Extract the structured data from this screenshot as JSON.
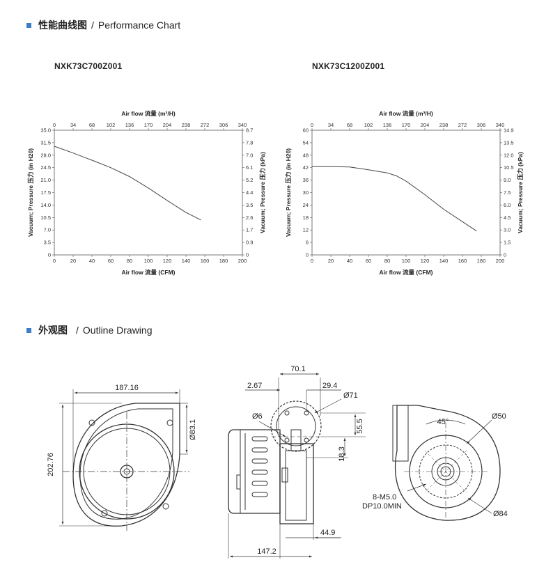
{
  "performance_section": {
    "cn": "性能曲线图",
    "sep": "/",
    "en": "Performance Chart"
  },
  "outline_section": {
    "cn": "外观图",
    "sep": "/",
    "en": "Outline Drawing"
  },
  "chart_data": [
    {
      "type": "line",
      "title": "NXK73C700Z001",
      "top_axis_label": "Air flow 流量 (m³/H)",
      "top_ticks": [
        "0",
        "34",
        "68",
        "102",
        "136",
        "170",
        "204",
        "238",
        "272",
        "306",
        "340"
      ],
      "xlabel": "Air flow 流量 (CFM)",
      "xlim": [
        0,
        200
      ],
      "x_ticks": [
        "0",
        "20",
        "40",
        "60",
        "80",
        "100",
        "120",
        "140",
        "160",
        "180",
        "200"
      ],
      "ylabel": "Vacuum; Pressure 压力 (in H20)",
      "ylim": [
        0,
        35
      ],
      "y_ticks": [
        "0",
        "3.5",
        "7.0",
        "10.5",
        "14.0",
        "17.5",
        "21.0",
        "24.5",
        "28.0",
        "31.5",
        "35.0"
      ],
      "right_axis_label": "Vacuum; Pressure 压力 (kPa)",
      "right_ticks": [
        "0",
        "0.9",
        "1.7",
        "2.6",
        "3.5",
        "4.4",
        "5.2",
        "6.1",
        "7.0",
        "7.8",
        "8.7"
      ],
      "grid": false,
      "series": [
        {
          "x": [
            0,
            20,
            40,
            60,
            80,
            100,
            120,
            140,
            156
          ],
          "y": [
            30.5,
            28.6,
            26.6,
            24.5,
            22.0,
            18.8,
            15.3,
            11.9,
            9.8
          ]
        }
      ]
    },
    {
      "type": "line",
      "title": "NXK73C1200Z001",
      "top_axis_label": "Air flow 流量 (m³/H)",
      "top_ticks": [
        "0",
        "34",
        "68",
        "102",
        "136",
        "170",
        "204",
        "238",
        "272",
        "306",
        "340"
      ],
      "xlabel": "Air flow 流量 (CFM)",
      "xlim": [
        0,
        200
      ],
      "x_ticks": [
        "0",
        "20",
        "40",
        "60",
        "80",
        "100",
        "120",
        "140",
        "160",
        "180",
        "200"
      ],
      "ylabel": "Vacuum; Pressure 压力 (in H20)",
      "ylim": [
        0,
        60
      ],
      "y_ticks": [
        "0",
        "6",
        "12",
        "18",
        "24",
        "30",
        "36",
        "42",
        "48",
        "54",
        "60"
      ],
      "right_axis_label": "Vacuum; Pressure 压力 (kPa)",
      "right_ticks": [
        "0",
        "1.5",
        "3.0",
        "4.5",
        "6.0",
        "7.5",
        "9.0",
        "10.5",
        "12.0",
        "13.5",
        "14.9"
      ],
      "grid": false,
      "series": [
        {
          "x": [
            0,
            20,
            40,
            60,
            80,
            90,
            100,
            120,
            140,
            160,
            175
          ],
          "y": [
            42.5,
            42.5,
            42.3,
            41.0,
            39.5,
            38.0,
            35.5,
            29.0,
            22.0,
            16.0,
            11.5
          ]
        }
      ]
    }
  ],
  "drawing": {
    "front": {
      "width": "187.16",
      "height": "202.76",
      "outlet": "Ø83.1"
    },
    "side": {
      "top": "70.1",
      "left_offset": "2.67",
      "right_offset": "29.4",
      "dia71": "Ø71",
      "dia6": "Ø6",
      "h55": "55.5",
      "h18": "18.3",
      "bottom_small": "44.9",
      "total": "147.2"
    },
    "back": {
      "angle": "45°",
      "dia50": "Ø50",
      "dia84": "Ø84",
      "thread": "8-M5.0",
      "depth": "DP10.0MIN"
    }
  }
}
